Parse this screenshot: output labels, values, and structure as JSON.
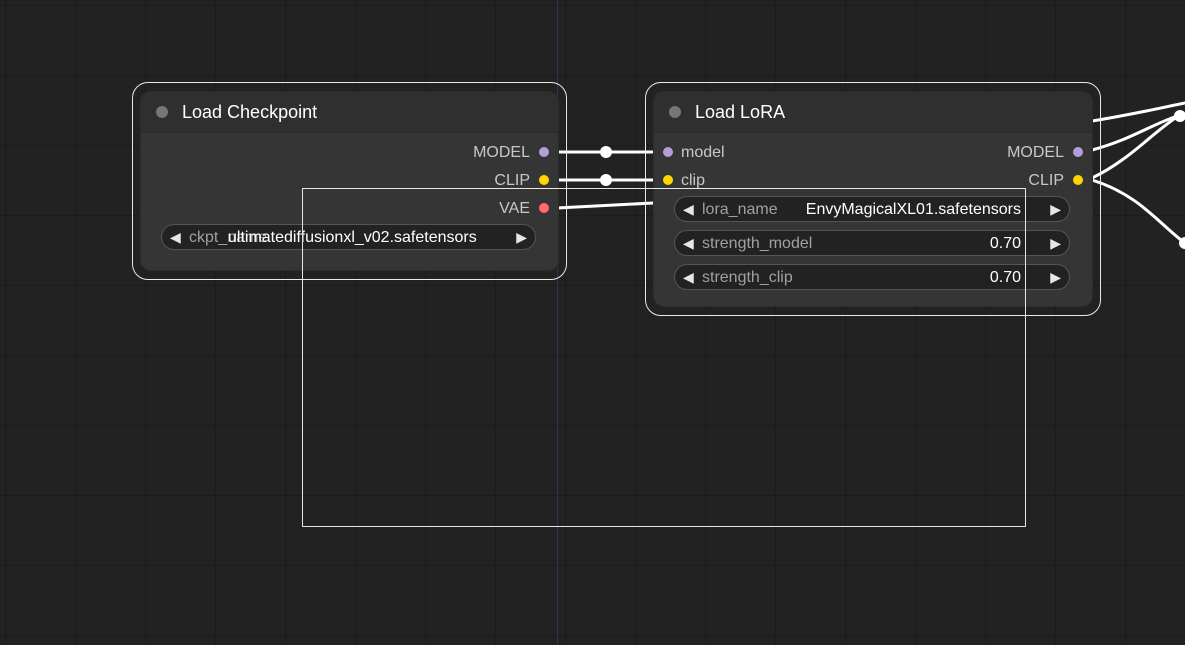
{
  "colors": {
    "model_slot": "#b39ddb",
    "clip_slot": "#ffd500",
    "vae_slot": "#ff6e6e",
    "link": "#ffffff"
  },
  "checkpoint_node": {
    "title": "Load Checkpoint",
    "outputs": [
      "MODEL",
      "CLIP",
      "VAE"
    ],
    "widget": {
      "name": "ckpt_name",
      "value": "ultimatediffusionxl_v02.safetensors"
    }
  },
  "lora_node": {
    "title": "Load LoRA",
    "inputs": [
      "model",
      "clip"
    ],
    "outputs": [
      "MODEL",
      "CLIP"
    ],
    "widgets": [
      {
        "name": "lora_name",
        "value": "EnvyMagicalXL01.safetensors"
      },
      {
        "name": "strength_model",
        "value": "0.70"
      },
      {
        "name": "strength_clip",
        "value": "0.70"
      }
    ]
  },
  "icons": {
    "left_arrow": "◀",
    "right_arrow": "▶"
  }
}
